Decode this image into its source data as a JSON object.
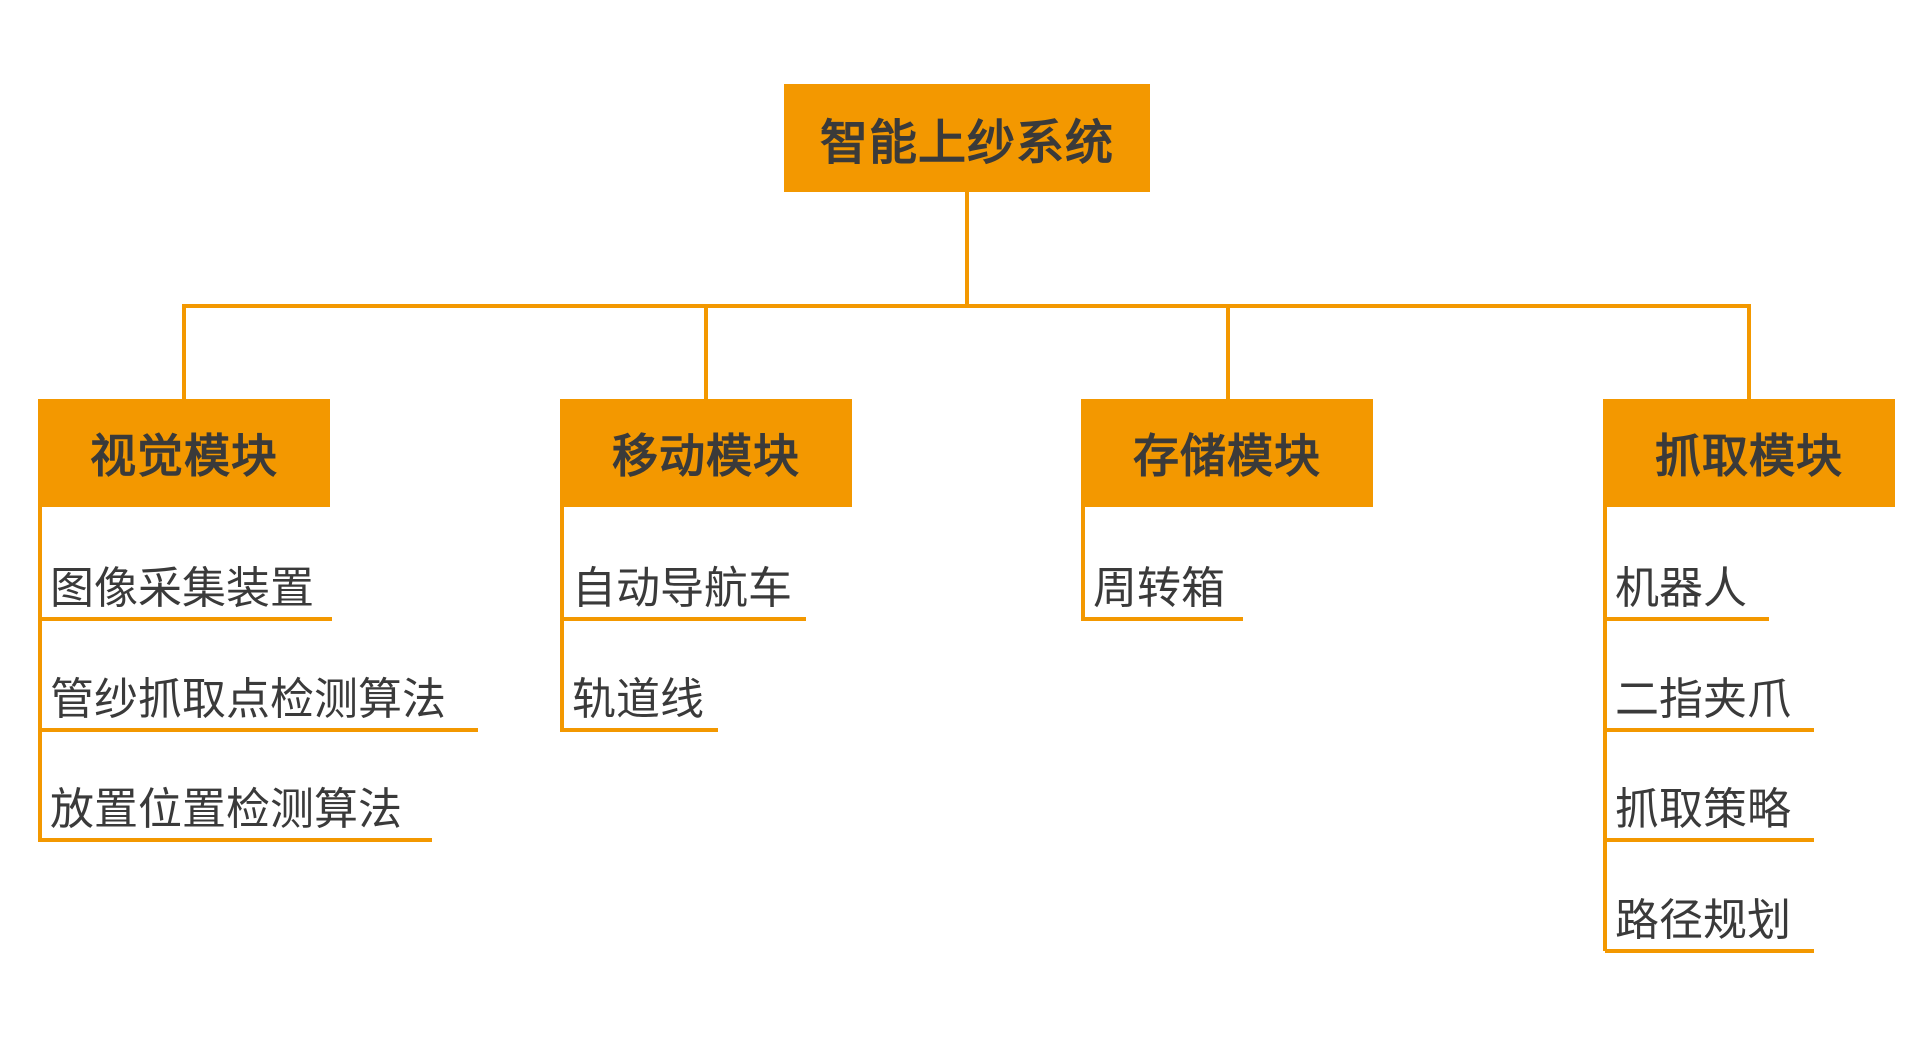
{
  "colors": {
    "accent": "#f39800",
    "text": "#3a3a3a"
  },
  "root": {
    "label": "智能上纱系统"
  },
  "modules": [
    {
      "label": "视觉模块",
      "items": [
        "图像采集装置",
        "管纱抓取点检测算法",
        "放置位置检测算法"
      ]
    },
    {
      "label": "移动模块",
      "items": [
        "自动导航车",
        "轨道线"
      ]
    },
    {
      "label": "存储模块",
      "items": [
        "周转箱"
      ]
    },
    {
      "label": "抓取模块",
      "items": [
        "机器人",
        "二指夹爪",
        "抓取策略",
        "路径规划"
      ]
    }
  ]
}
